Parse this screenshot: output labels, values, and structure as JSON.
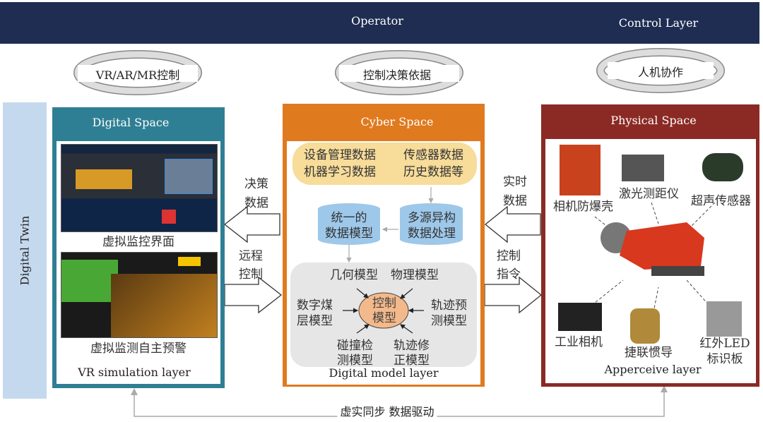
{
  "top_bar": {
    "operator": "Operator",
    "control_layer": "Control Layer",
    "color": "#1f2d52"
  },
  "cycles": [
    "VR/AR/MR控制",
    "控制决策依据",
    "人机协作"
  ],
  "digital_twin": "Digital Twin",
  "digital_space": {
    "title": "Digital Space",
    "color": "#2f7f94",
    "captions": [
      "虚拟监控界面",
      "虚拟监测自主预警"
    ],
    "layer": "VR simulation layer"
  },
  "arrows": {
    "decision_data": [
      "决策",
      "数据"
    ],
    "remote_control": [
      "远程",
      "控制"
    ],
    "realtime_data": [
      "实时",
      "数据"
    ],
    "control_cmd": [
      "控制",
      "指令"
    ]
  },
  "cyber_space": {
    "title": "Cyber Space",
    "color": "#e07a1f",
    "data_sources": [
      "设备管理数据",
      "传感器数据",
      "机器学习数据",
      "历史数据等"
    ],
    "unified": [
      "统一的",
      "数据模型"
    ],
    "multi_source": [
      "多源异构",
      "数据处理"
    ],
    "models": {
      "geometry": "几何模型",
      "physics": "物理模型",
      "coal": [
        "数字煤",
        "层模型"
      ],
      "traj_pred": [
        "轨迹预",
        "测模型"
      ],
      "collision": [
        "碰撞检",
        "测模型"
      ],
      "traj_fix": [
        "轨迹修",
        "正模型"
      ],
      "control": [
        "控制",
        "模型"
      ]
    },
    "layer": "Digital model layer"
  },
  "physical_space": {
    "title": "Physical Space",
    "color": "#8b2a25",
    "devices": {
      "camera_housing": "相机防爆壳",
      "laser": "激光测距仪",
      "ultrasonic": "超声传感器",
      "industrial_camera": "工业相机",
      "ins": "捷联惯导",
      "led": [
        "红外LED",
        "标识板"
      ]
    },
    "layer": "Apperceive layer"
  },
  "bottom": "虚实同步 数据驱动"
}
